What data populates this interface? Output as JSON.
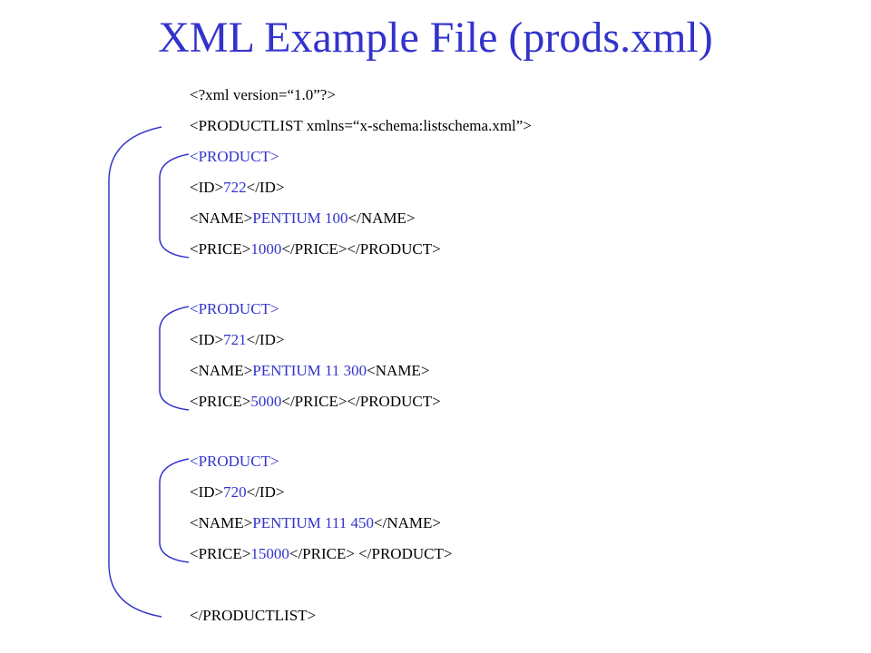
{
  "title": "XML Example File (prods.xml)",
  "colors": {
    "title": "#3333cc",
    "text": "#000000",
    "value": "#3333cc",
    "bracket": "#3333cc"
  },
  "lines": {
    "xml_decl": "<?xml version=“1.0”?>",
    "productlist_open": "<PRODUCTLIST xmlns=“x-schema:listschema.xml”>",
    "productlist_close": "</PRODUCTLIST>"
  },
  "products": [
    {
      "open": "<PRODUCT>",
      "id_open": "<ID>",
      "id": "722",
      "id_close": "</ID>",
      "name_open": "<NAME>",
      "name": "PENTIUM 100",
      "name_close": "</NAME>",
      "price_open": "<PRICE>",
      "price": "1000",
      "price_close": "</PRICE></PRODUCT>"
    },
    {
      "open": "<PRODUCT>",
      "id_open": "<ID>",
      "id": "721",
      "id_close": "</ID>",
      "name_open": "<NAME>",
      "name": "PENTIUM 11 300",
      "name_close": "<NAME>",
      "price_open": "<PRICE>",
      "price": "5000",
      "price_close": "</PRICE></PRODUCT>"
    },
    {
      "open": "<PRODUCT>",
      "id_open": "<ID>",
      "id": "720",
      "id_close": "</ID>",
      "name_open": "<NAME>",
      "name": "PENTIUM 111 450",
      "name_close": "</NAME>",
      "price_open": "<PRICE>",
      "price": "15000",
      "price_close": "</PRICE> </PRODUCT>"
    }
  ]
}
